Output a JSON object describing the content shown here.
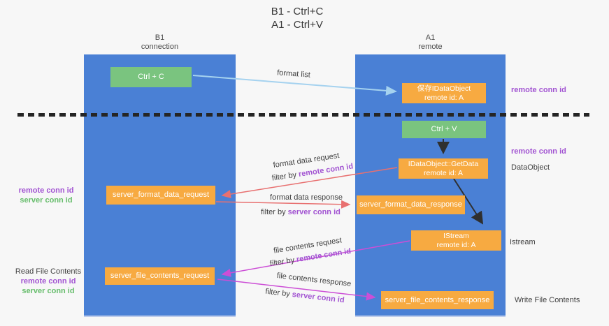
{
  "title": {
    "line1": "B1 - Ctrl+C",
    "line2": "A1 - Ctrl+V"
  },
  "lanes": {
    "left": {
      "name": "B1",
      "subtitle": "connection"
    },
    "right": {
      "name": "A1",
      "subtitle": "remote"
    }
  },
  "nodes": {
    "ctrl_c": {
      "label": "Ctrl + C"
    },
    "ctrl_v": {
      "label": "Ctrl + V"
    },
    "save_dataobject": {
      "line1": "保存IDataObject",
      "line2": "remote id: A"
    },
    "getdata": {
      "line1": "IDataObject::GetData",
      "line2": "remote id: A"
    },
    "istream": {
      "line1": "IStream",
      "line2": "remote id: A"
    },
    "format_request": {
      "label": "server_format_data_request"
    },
    "format_response": {
      "label": "server_format_data_response"
    },
    "file_request": {
      "label": "server_file_contents_request"
    },
    "file_response": {
      "label": "server_file_contents_response"
    }
  },
  "edge_labels": {
    "format_list": "format list",
    "format_data_request": "format data request",
    "format_data_request_filter_prefix": "filter by ",
    "format_data_request_filter_key": "remote conn id",
    "format_data_response": "format data response",
    "format_data_response_filter_prefix": "filter by ",
    "format_data_response_filter_key": "server conn id",
    "file_contents_request": "file contents request",
    "file_contents_request_filter_prefix": "filter by ",
    "file_contents_request_filter_key": "remote conn id",
    "file_contents_response": "file contents response",
    "file_contents_response_filter_prefix": "filter by ",
    "file_contents_response_filter_key": "server conn id"
  },
  "side_labels": {
    "right_remote_conn_id_top": "remote conn id",
    "right_remote_conn_id_mid": "remote conn id",
    "right_dataobject": "DataObject",
    "right_istream": "Istream",
    "right_write_file_contents": "Write File Contents",
    "left_remote_conn_id_top": "remote conn id",
    "left_server_conn_id_top": "server conn id",
    "left_read_file_contents": "Read File Contents",
    "left_remote_conn_id_bottom": "remote conn id",
    "left_server_conn_id_bottom": "server conn id"
  },
  "colors": {
    "lane_blue": "#4a80d5",
    "box_orange": "#f7aa41",
    "box_green": "#7ac47f",
    "arrow_light_blue": "#a5d2ef",
    "arrow_red": "#e87070",
    "arrow_magenta": "#cc4ed6",
    "arrow_black": "#2f2f2f",
    "text_purple": "#a254d2",
    "text_green": "#67bd6c",
    "background": "#f7f7f7"
  }
}
